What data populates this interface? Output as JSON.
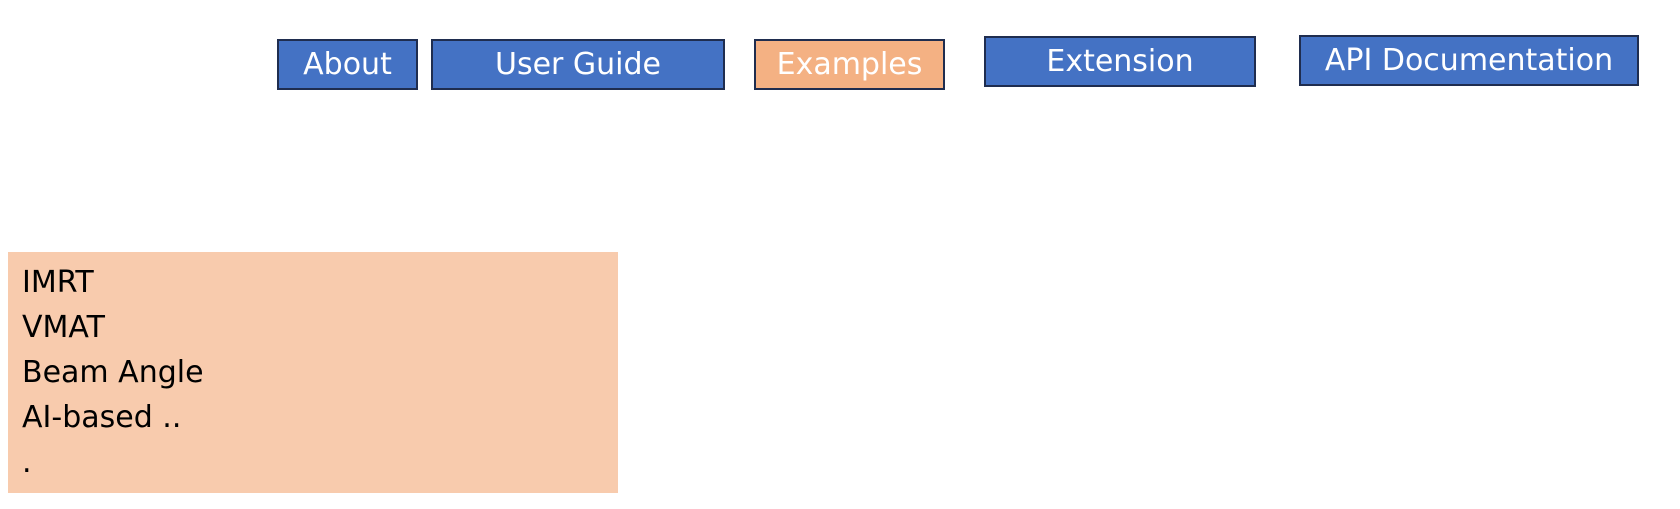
{
  "nav": {
    "about": "About",
    "user_guide": "User Guide",
    "examples": "Examples",
    "extension": "Extension",
    "api_documentation": "API Documentation",
    "active": "Examples"
  },
  "examples_menu": {
    "items": [
      {
        "label": "IMRT"
      },
      {
        "label": "VMAT"
      },
      {
        "label": "Beam Angle"
      },
      {
        "label": "AI-based .."
      },
      {
        "label": "."
      }
    ]
  },
  "colors": {
    "nav_button": "#4472c4",
    "nav_button_active": "#f4b183",
    "menu_background": "#f8cbad",
    "border": "#1f2d4f"
  }
}
